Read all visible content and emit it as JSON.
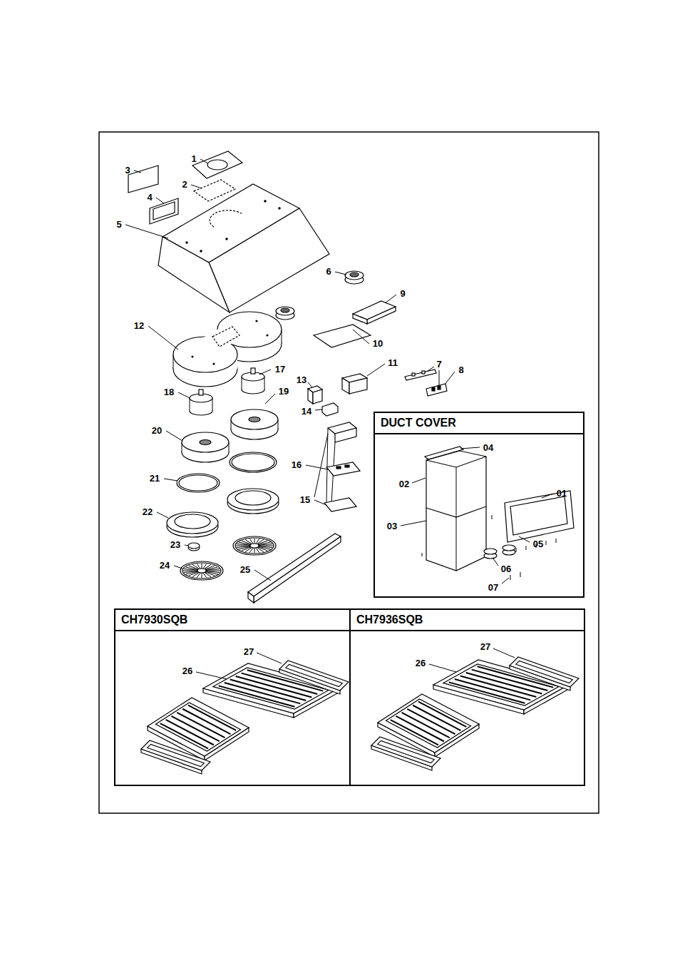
{
  "diagram": {
    "nodes": [
      {
        "text": [
          "DUCT COVER"
        ]
      },
      {
        "text": [
          "CH7930SQB"
        ]
      },
      {
        "text": [
          "CH7936SQB"
        ]
      }
    ],
    "labels": [
      "1",
      "3",
      "2",
      "4",
      "5",
      "6",
      "9",
      "12",
      "10",
      "11",
      "17",
      "7",
      "8",
      "13",
      "18",
      "19",
      "14",
      "20",
      "16",
      "21",
      "15",
      "22",
      "23",
      "24",
      "25",
      "04",
      "02",
      "01",
      "03",
      "05",
      "06",
      "07",
      "27",
      "26",
      "27",
      "26"
    ]
  }
}
